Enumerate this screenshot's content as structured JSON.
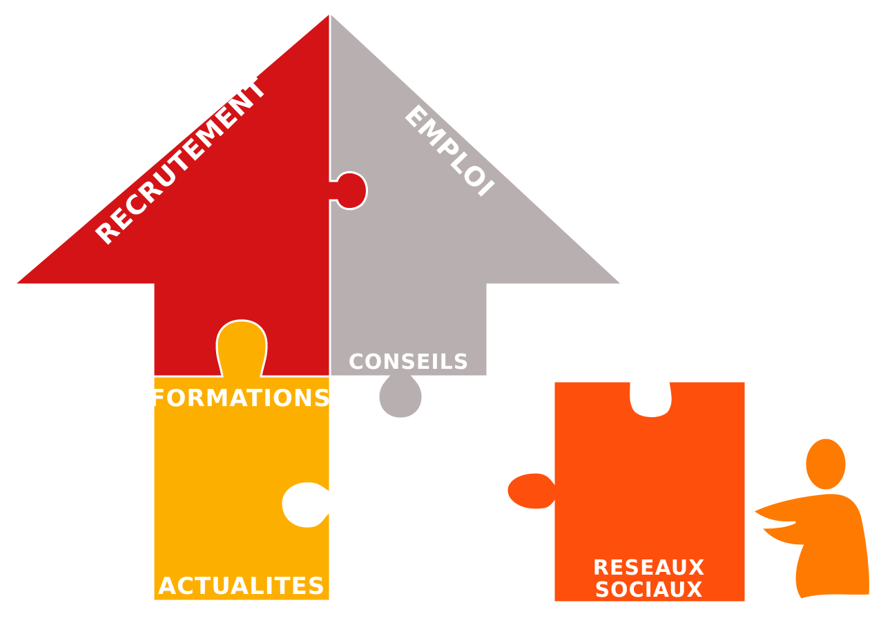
{
  "colors": {
    "background": "#ffffff",
    "recrutement": "#d41317",
    "emploi": "#b8b0b0",
    "conseils": "#b8b0b0",
    "formations": "#fdaf00",
    "actualites": "#fdaf00",
    "reseaux": "#ff4f0c",
    "person": "#ff7a00",
    "label": "#ffffff"
  },
  "pieces": {
    "recrutement": {
      "label": "RECRUTEMENT"
    },
    "emploi": {
      "label": "EMPLOI"
    },
    "conseils": {
      "label": "CONSEILS"
    },
    "formations": {
      "label": "FORMATIONS"
    },
    "actualites": {
      "label": "ACTUALITES"
    },
    "reseaux": {
      "label_line1": "RESEAUX",
      "label_line2": "SOCIAUX"
    }
  },
  "icons": {
    "person": "person-icon"
  }
}
